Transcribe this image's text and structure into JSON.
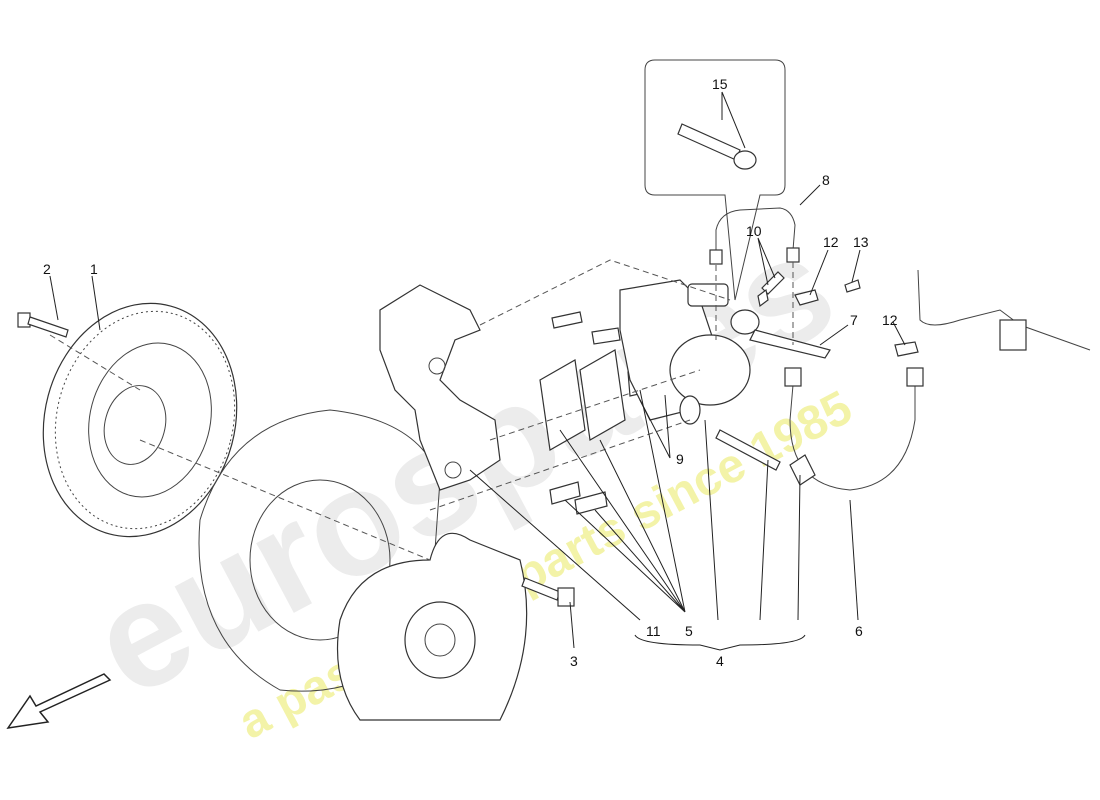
{
  "diagram": {
    "callouts": {
      "c1": "1",
      "c2": "2",
      "c3": "3",
      "c4": "4",
      "c5": "5",
      "c6": "6",
      "c7": "7",
      "c8": "8",
      "c9": "9",
      "c10": "10",
      "c11": "11",
      "c12a": "12",
      "c12b": "12",
      "c13": "13",
      "c15": "15"
    },
    "watermark": {
      "brand": "eurospares",
      "tagline": "a passion for parts since 1985"
    },
    "colors": {
      "watermark_gray": "#e6e6e6",
      "watermark_yellow": "#f2f2a0",
      "line": "#333333"
    }
  }
}
